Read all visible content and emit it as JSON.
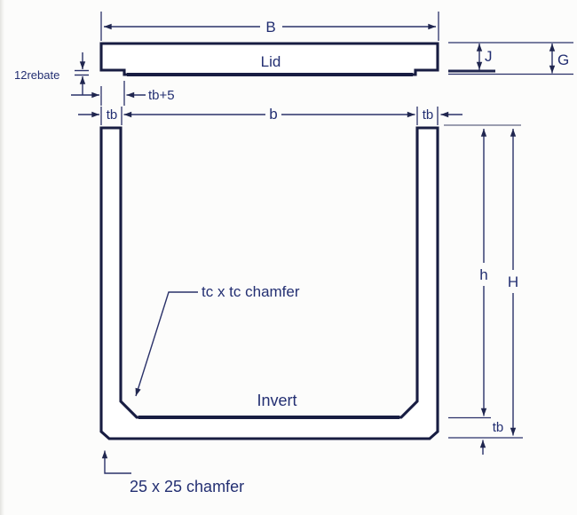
{
  "diagram": {
    "description": "Cross-section drawing of a precast concrete U-channel (invert) with rebated lid",
    "colors": {
      "background": "#fcfcfb",
      "outline": "#181d42",
      "dimension_lines": "#2a3169",
      "text": "#232f72"
    },
    "parts": {
      "lid": "Lid",
      "invert": "Invert"
    }
  },
  "labels": {
    "B": "B",
    "lid": "Lid",
    "J": "J",
    "G": "G",
    "rebate": "12rebate",
    "tb_plus_5": "tb+5",
    "tb_left": "tb",
    "b": "b",
    "tb_right": "tb",
    "tc_chamfer": "tc x tc chamfer",
    "invert": "Invert",
    "h": "h",
    "H_outer": "H",
    "tb_bottom": "tb",
    "chamfer_25": "25 x 25 chamfer"
  }
}
